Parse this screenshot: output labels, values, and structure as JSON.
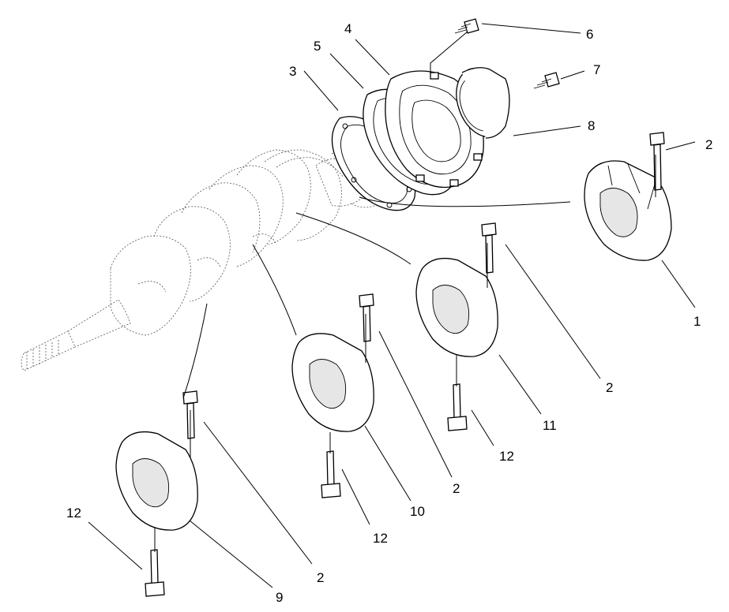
{
  "callouts": [
    {
      "id": "c1",
      "label": "1"
    },
    {
      "id": "c2a",
      "label": "2"
    },
    {
      "id": "c2b",
      "label": "2"
    },
    {
      "id": "c2c",
      "label": "2"
    },
    {
      "id": "c2d",
      "label": "2"
    },
    {
      "id": "c3",
      "label": "3"
    },
    {
      "id": "c4",
      "label": "4"
    },
    {
      "id": "c5",
      "label": "5"
    },
    {
      "id": "c6",
      "label": "6"
    },
    {
      "id": "c7",
      "label": "7"
    },
    {
      "id": "c8",
      "label": "8"
    },
    {
      "id": "c9",
      "label": "9"
    },
    {
      "id": "c10",
      "label": "10"
    },
    {
      "id": "c11",
      "label": "11"
    },
    {
      "id": "c12a",
      "label": "12"
    },
    {
      "id": "c12b",
      "label": "12"
    },
    {
      "id": "c12c",
      "label": "12"
    }
  ]
}
